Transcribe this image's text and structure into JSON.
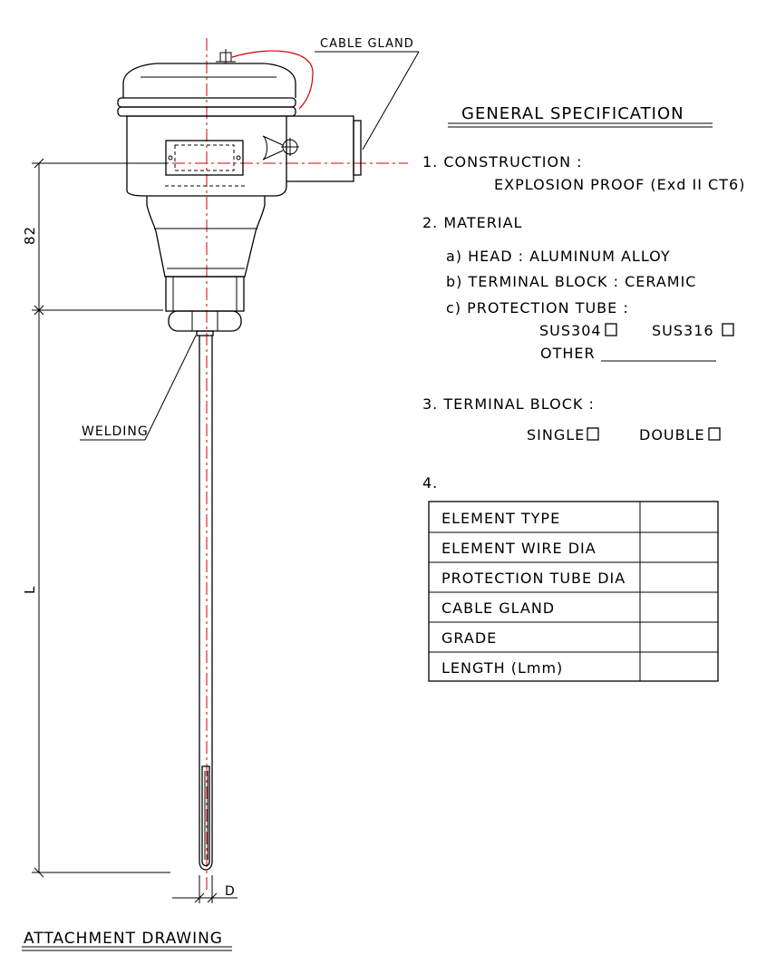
{
  "labels": {
    "cable_gland": "CABLE GLAND",
    "welding": "WELDING",
    "dim_82": "82",
    "dim_L": "L",
    "dim_D": "D",
    "attachment_drawing": "ATTACHMENT DRAWING"
  },
  "spec": {
    "title": "GENERAL SPECIFICATION",
    "construction": {
      "label": "1. CONSTRUCTION :",
      "value": "EXPLOSION PROOF (Exd II CT6)"
    },
    "material": {
      "label": "2. MATERIAL",
      "head": "a) HEAD : ALUMINUM ALLOY",
      "terminal_block": "b) TERMINAL BLOCK : CERAMIC",
      "protection_tube": "c) PROTECTION TUBE :",
      "options": [
        "SUS304",
        "SUS316"
      ],
      "other": "OTHER"
    },
    "terminal_block": {
      "label": "3. TERMINAL BLOCK :",
      "options": [
        "SINGLE",
        "DOUBLE"
      ]
    },
    "table_label": "4.",
    "table_rows": [
      "ELEMENT TYPE",
      "ELEMENT WIRE DIA",
      "PROTECTION TUBE DIA",
      "CABLE GLAND",
      "GRADE",
      "LENGTH (Lmm)"
    ]
  }
}
